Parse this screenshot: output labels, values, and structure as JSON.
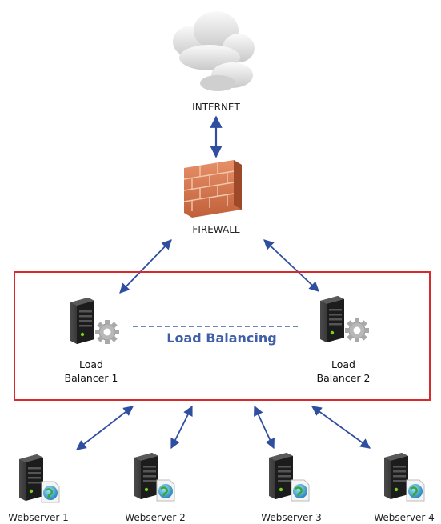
{
  "nodes": {
    "internet": {
      "label": "INTERNET",
      "icon": "cloud-icon"
    },
    "firewall": {
      "label": "FIREWALL",
      "icon": "brick-wall-icon"
    },
    "load_balancer_1": {
      "label_line1": "Load",
      "label_line2": "Balancer 1",
      "icon": "server-gear-icon"
    },
    "load_balancer_2": {
      "label_line1": "Load",
      "label_line2": "Balancer 2",
      "icon": "server-gear-icon"
    },
    "webservers": [
      {
        "label": "Webserver 1",
        "icon": "server-globe-icon"
      },
      {
        "label": "Webserver 2",
        "icon": "server-globe-icon"
      },
      {
        "label": "Webserver 3",
        "icon": "server-globe-icon"
      },
      {
        "label": "Webserver 4",
        "icon": "server-globe-icon"
      }
    ]
  },
  "cluster": {
    "center_label": "Load Balancing"
  },
  "colors": {
    "arrow": "#2f4ea0",
    "cluster_border": "#d72b2b",
    "dashed_link": "#3f5fa8",
    "center_label": "#3f5fa8",
    "brick": "#d77a4c",
    "server_body": "#2a2a2a"
  }
}
